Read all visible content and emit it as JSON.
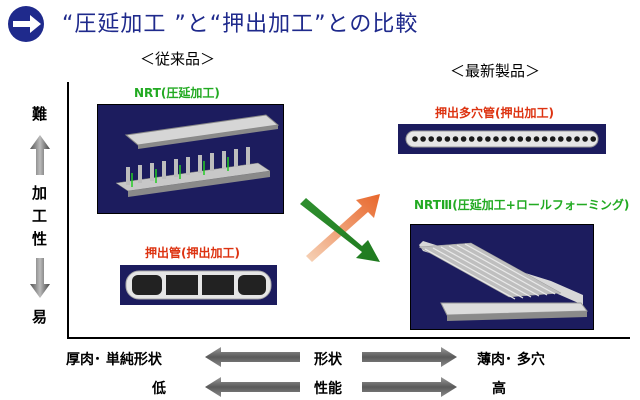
{
  "title": "“圧延加工 ”と“押出加工”との比較",
  "headers": {
    "conventional": "＜従来品＞",
    "latest": "＜最新製品＞"
  },
  "captions": {
    "nrt": "NRT(圧延加工)",
    "extruded_multi": "押出多穴管(押出加工)",
    "nrt3": "NRTⅢ(圧延加工+ロールフォーミング)",
    "extruded_tube": "押出管(押出加工)"
  },
  "y_axis": {
    "top": "難",
    "label": [
      "加",
      "工",
      "性"
    ],
    "bottom": "易"
  },
  "x_axis": {
    "shape_left": "厚肉･ 単純形状",
    "shape_label": "形状",
    "shape_right": "薄肉･ 多穴",
    "perf_left": "低",
    "perf_label": "性能",
    "perf_right": "高"
  },
  "colors": {
    "title": "#1f2a8c",
    "green_caption": "#22aa22",
    "red_caption": "#dd3311",
    "panel": "#1c1c5e"
  }
}
